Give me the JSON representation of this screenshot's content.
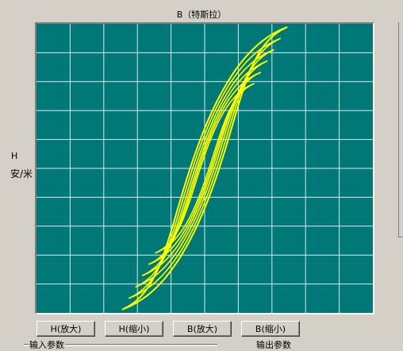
{
  "chart_data": {
    "type": "line",
    "title": "B（特斯拉）",
    "ylabel_lines": [
      "H",
      "安/米"
    ],
    "grid": true,
    "grid_divisions": {
      "x": 10,
      "y": 10
    },
    "colors": {
      "background": "#007878",
      "grid": "#d8ecec",
      "curve": "#ffff00"
    },
    "series": [
      {
        "loop_amplitude": 1.0,
        "coercive_width": 0.18
      },
      {
        "loop_amplitude": 0.92,
        "coercive_width": 0.15
      },
      {
        "loop_amplitude": 0.84,
        "coercive_width": 0.12
      },
      {
        "loop_amplitude": 0.76,
        "coercive_width": 0.095
      },
      {
        "loop_amplitude": 0.68,
        "coercive_width": 0.075
      },
      {
        "loop_amplitude": 0.6,
        "coercive_width": 0.055
      }
    ]
  },
  "buttons": {
    "h_zoom_in": "H(放大)",
    "h_zoom_out": "H(缩小)",
    "b_zoom_in": "B(放大)",
    "b_zoom_out": "B(缩小)"
  },
  "groups": {
    "input_params": "输入参数",
    "output_params": "输出参数"
  }
}
